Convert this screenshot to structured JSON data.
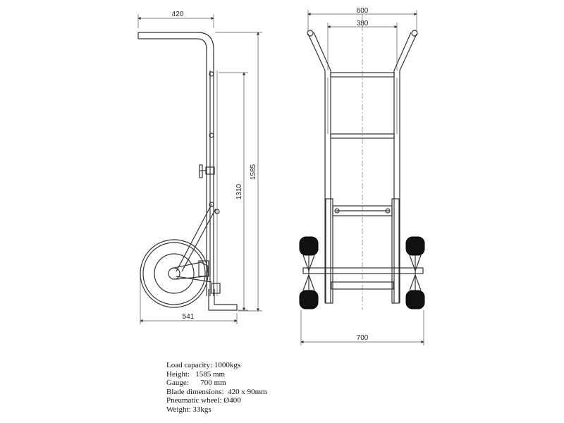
{
  "dimensions": {
    "side_top_width": "420",
    "side_inner_height": "1310",
    "side_total_height": "1585",
    "side_base_width": "541",
    "front_top_width": "600",
    "front_inner_width": "380",
    "front_base_width": "700"
  },
  "specs": [
    {
      "label": "Load capacity:",
      "value": "1000kgs"
    },
    {
      "label": "Height:",
      "value": "1585 mm"
    },
    {
      "label": "Gauge:",
      "value": "700 mm"
    },
    {
      "label": "Blade dimensions:",
      "value": "420 x 90mm"
    },
    {
      "label": "Pneumatic wheel:",
      "value": "Ø400"
    },
    {
      "label": "Weight:",
      "value": "33kgs"
    }
  ]
}
